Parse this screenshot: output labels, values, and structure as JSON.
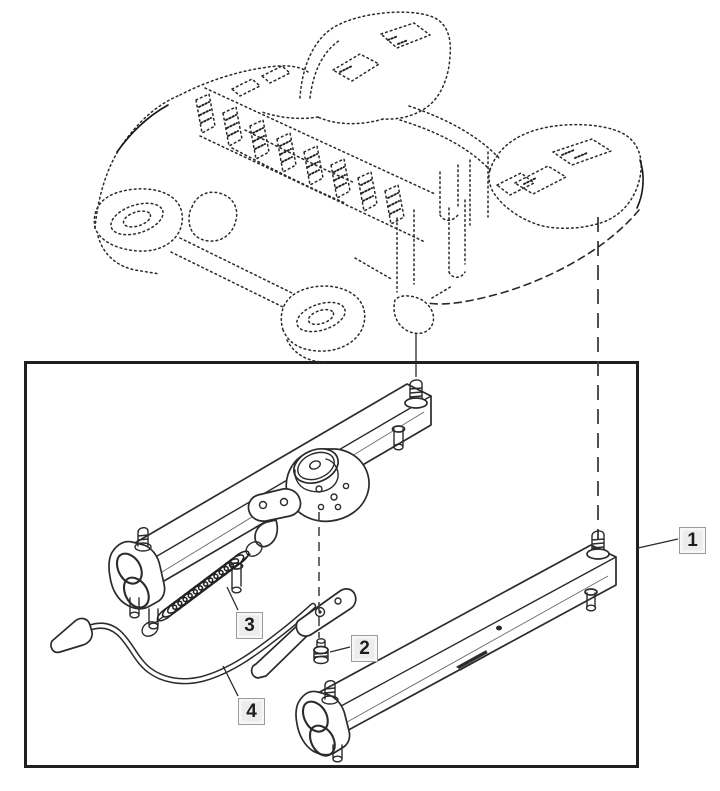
{
  "figure": {
    "kind": "exploded-parts-diagram",
    "callouts": [
      {
        "number": "1"
      },
      {
        "number": "2"
      },
      {
        "number": "3"
      },
      {
        "number": "4"
      }
    ]
  },
  "colors": {
    "background": "#ffffff",
    "line": "#2b2b2b",
    "badge_bg": "#ececec",
    "badge_border": "#9b9b9b",
    "badge_text": "#1d1d1d"
  }
}
